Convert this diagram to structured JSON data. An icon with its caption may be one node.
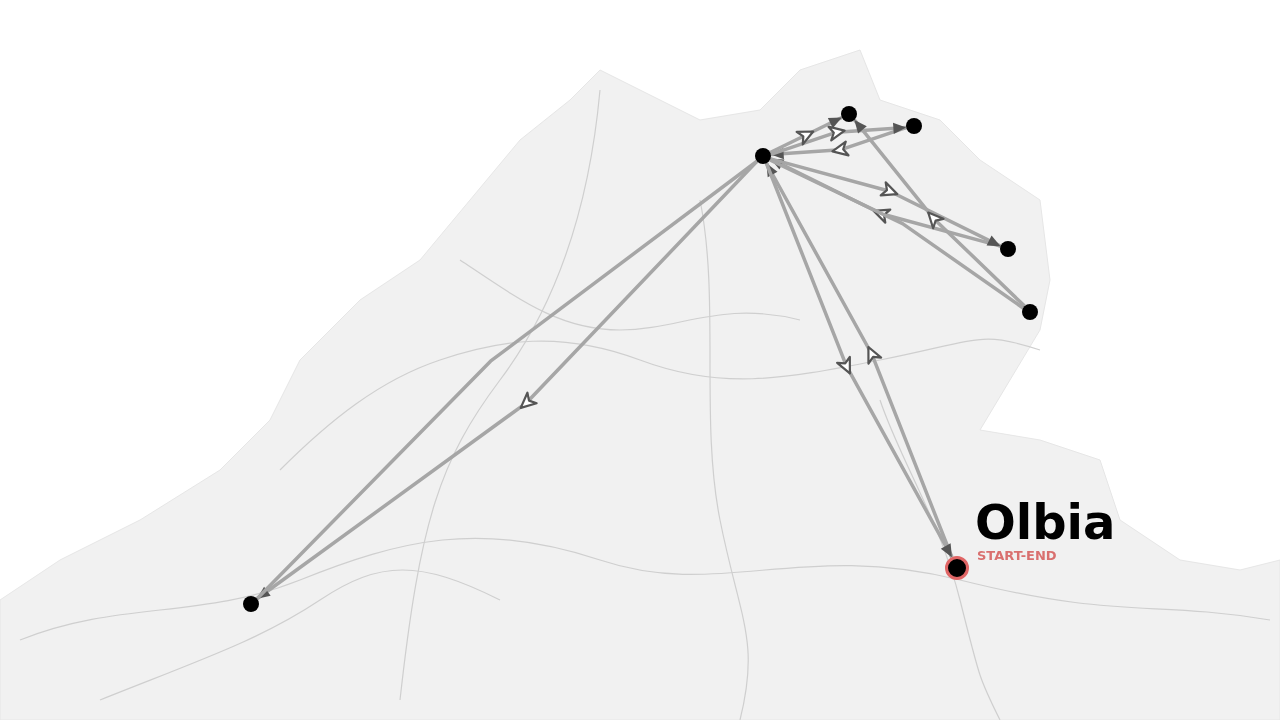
{
  "diagram": {
    "nodes": [
      {
        "text": [
          "Olbia",
          "START-END"
        ]
      },
      {
        "text": [],
        "shape": "circle"
      },
      {
        "text": [],
        "shape": "circle"
      },
      {
        "text": [],
        "shape": "circle"
      },
      {
        "text": [],
        "shape": "circle"
      },
      {
        "text": [],
        "shape": "circle"
      },
      {
        "text": [],
        "shape": "circle"
      }
    ],
    "edges": [
      {
        "from": 0,
        "to": 1,
        "arrow": "to"
      },
      {
        "from": 1,
        "to": 0,
        "arrow": "to"
      },
      {
        "from": 1,
        "to": 6,
        "arrow": "to"
      },
      {
        "from": 6,
        "to": 1,
        "arrow": "none"
      },
      {
        "from": 3,
        "to": 1,
        "arrow": "to"
      },
      {
        "from": 1,
        "to": 3,
        "arrow": "to"
      },
      {
        "from": 1,
        "to": 2,
        "arrow": "to"
      },
      {
        "from": 4,
        "to": 1,
        "arrow": "to"
      },
      {
        "from": 1,
        "to": 4,
        "arrow": "to"
      },
      {
        "from": 1,
        "to": 5,
        "arrow": "none"
      },
      {
        "from": 5,
        "to": 2,
        "arrow": "to"
      }
    ]
  }
}
